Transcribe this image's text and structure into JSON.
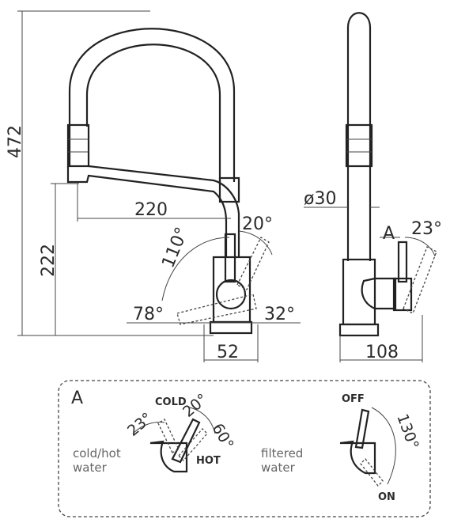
{
  "dimensions": {
    "total_height": "472",
    "spout_height": "222",
    "reach": "220",
    "spout_swivel": "110°",
    "angle_top": "20°",
    "angle_left": "78°",
    "angle_right": "32°",
    "base_width": "52",
    "side_depth": "108",
    "tube_diameter": "ø30",
    "side_angle": "23°",
    "view_letter": "A"
  },
  "detail": {
    "letter": "A",
    "left": {
      "label_line1": "cold/hot",
      "label_line2": "water",
      "cold": "COLD",
      "hot": "HOT",
      "angle_23": "23°",
      "angle_20": "20°",
      "angle_60": "60°"
    },
    "right": {
      "label_line1": "filtered",
      "label_line2": "water",
      "off": "OFF",
      "on": "ON",
      "angle_130": "130°"
    }
  }
}
